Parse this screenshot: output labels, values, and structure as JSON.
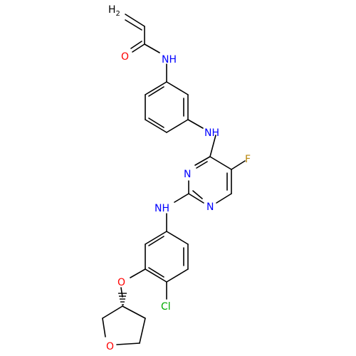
{
  "molecule": {
    "atom_labels": {
      "ch2": {
        "text": "H",
        "sub": "2",
        "color": "#000000"
      },
      "carbonyl_o": {
        "text": "O",
        "color": "#ff0000"
      },
      "amide_nh": {
        "text": "NH",
        "color": "#0000ff"
      },
      "aniline_nh": {
        "text": "NH",
        "color": "#0000ff"
      },
      "fluorine": {
        "text": "F",
        "color": "#b8860b"
      },
      "pyr_n3": {
        "text": "N",
        "color": "#0000ff"
      },
      "pyr_n1": {
        "text": "N",
        "color": "#0000ff"
      },
      "amine_nh": {
        "text": "NH",
        "color": "#0000ff"
      },
      "ether_o": {
        "text": "O",
        "color": "#ff0000"
      },
      "chlorine": {
        "text": "Cl",
        "color": "#00aa00"
      },
      "ring_o": {
        "text": "O",
        "color": "#ff0000"
      }
    },
    "bond_color": "#000000"
  }
}
